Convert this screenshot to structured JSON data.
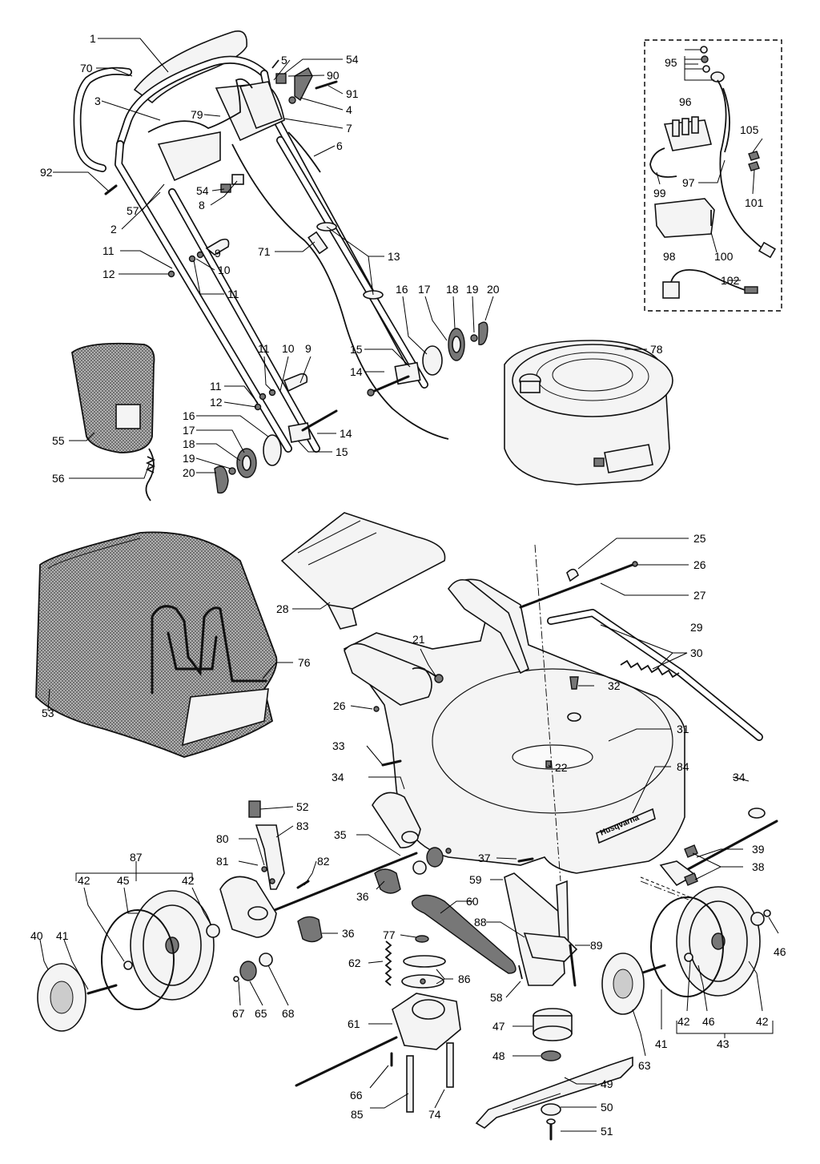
{
  "diagram": {
    "brand_text": "Husqvarna",
    "callouts": [
      {
        "label": "1",
        "name": "callout-1"
      },
      {
        "label": "70",
        "name": "callout-70"
      },
      {
        "label": "3",
        "name": "callout-3"
      },
      {
        "label": "79",
        "name": "callout-79"
      },
      {
        "label": "5",
        "name": "callout-5"
      },
      {
        "label": "54",
        "name": "callout-54-top"
      },
      {
        "label": "90",
        "name": "callout-90"
      },
      {
        "label": "91",
        "name": "callout-91"
      },
      {
        "label": "4",
        "name": "callout-4"
      },
      {
        "label": "7",
        "name": "callout-7"
      },
      {
        "label": "6",
        "name": "callout-6"
      },
      {
        "label": "92",
        "name": "callout-92"
      },
      {
        "label": "54",
        "name": "callout-54-mid"
      },
      {
        "label": "57",
        "name": "callout-57"
      },
      {
        "label": "8",
        "name": "callout-8"
      },
      {
        "label": "2",
        "name": "callout-2"
      },
      {
        "label": "71",
        "name": "callout-71"
      },
      {
        "label": "13",
        "name": "callout-13"
      },
      {
        "label": "9",
        "name": "callout-9-upper"
      },
      {
        "label": "11",
        "name": "callout-11-a"
      },
      {
        "label": "10",
        "name": "callout-10-upper"
      },
      {
        "label": "12",
        "name": "callout-12-upper"
      },
      {
        "label": "11",
        "name": "callout-11-b"
      },
      {
        "label": "16",
        "name": "callout-16-right"
      },
      {
        "label": "17",
        "name": "callout-17-right"
      },
      {
        "label": "18",
        "name": "callout-18-right"
      },
      {
        "label": "19",
        "name": "callout-19-right"
      },
      {
        "label": "20",
        "name": "callout-20-right"
      },
      {
        "label": "15",
        "name": "callout-15-right"
      },
      {
        "label": "14",
        "name": "callout-14-right"
      },
      {
        "label": "78",
        "name": "callout-78"
      },
      {
        "label": "11",
        "name": "callout-11-c"
      },
      {
        "label": "10",
        "name": "callout-10-lower"
      },
      {
        "label": "9",
        "name": "callout-9-lower"
      },
      {
        "label": "11",
        "name": "callout-11-d"
      },
      {
        "label": "12",
        "name": "callout-12-lower"
      },
      {
        "label": "14",
        "name": "callout-14-left"
      },
      {
        "label": "16",
        "name": "callout-16-left"
      },
      {
        "label": "17",
        "name": "callout-17-left"
      },
      {
        "label": "18",
        "name": "callout-18-left"
      },
      {
        "label": "19",
        "name": "callout-19-left"
      },
      {
        "label": "20",
        "name": "callout-20-left"
      },
      {
        "label": "15",
        "name": "callout-15-left"
      },
      {
        "label": "55",
        "name": "callout-55"
      },
      {
        "label": "56",
        "name": "callout-56"
      },
      {
        "label": "95",
        "name": "callout-95"
      },
      {
        "label": "96",
        "name": "callout-96"
      },
      {
        "label": "105",
        "name": "callout-105"
      },
      {
        "label": "97",
        "name": "callout-97"
      },
      {
        "label": "99",
        "name": "callout-99"
      },
      {
        "label": "101",
        "name": "callout-101"
      },
      {
        "label": "98",
        "name": "callout-98"
      },
      {
        "label": "100",
        "name": "callout-100"
      },
      {
        "label": "102",
        "name": "callout-102"
      },
      {
        "label": "25",
        "name": "callout-25"
      },
      {
        "label": "26",
        "name": "callout-26-right"
      },
      {
        "label": "27",
        "name": "callout-27"
      },
      {
        "label": "28",
        "name": "callout-28"
      },
      {
        "label": "29",
        "name": "callout-29"
      },
      {
        "label": "30",
        "name": "callout-30"
      },
      {
        "label": "21",
        "name": "callout-21"
      },
      {
        "label": "76",
        "name": "callout-76"
      },
      {
        "label": "32",
        "name": "callout-32"
      },
      {
        "label": "26",
        "name": "callout-26-left"
      },
      {
        "label": "31",
        "name": "callout-31"
      },
      {
        "label": "53",
        "name": "callout-53"
      },
      {
        "label": "33",
        "name": "callout-33"
      },
      {
        "label": "22",
        "name": "callout-22"
      },
      {
        "label": "84",
        "name": "callout-84"
      },
      {
        "label": "34",
        "name": "callout-34-left"
      },
      {
        "label": "34",
        "name": "callout-34-right"
      },
      {
        "label": "52",
        "name": "callout-52"
      },
      {
        "label": "83",
        "name": "callout-83"
      },
      {
        "label": "80",
        "name": "callout-80"
      },
      {
        "label": "35",
        "name": "callout-35"
      },
      {
        "label": "81",
        "name": "callout-81"
      },
      {
        "label": "82",
        "name": "callout-82"
      },
      {
        "label": "37",
        "name": "callout-37"
      },
      {
        "label": "39",
        "name": "callout-39"
      },
      {
        "label": "87",
        "name": "callout-87"
      },
      {
        "label": "38",
        "name": "callout-38"
      },
      {
        "label": "42",
        "name": "callout-42-a"
      },
      {
        "label": "45",
        "name": "callout-45"
      },
      {
        "label": "42",
        "name": "callout-42-b"
      },
      {
        "label": "36",
        "name": "callout-36-upper"
      },
      {
        "label": "59",
        "name": "callout-59"
      },
      {
        "label": "60",
        "name": "callout-60"
      },
      {
        "label": "36",
        "name": "callout-36-lower"
      },
      {
        "label": "88",
        "name": "callout-88"
      },
      {
        "label": "77",
        "name": "callout-77"
      },
      {
        "label": "89",
        "name": "callout-89"
      },
      {
        "label": "46",
        "name": "callout-46-right"
      },
      {
        "label": "40",
        "name": "callout-40"
      },
      {
        "label": "41",
        "name": "callout-41-left"
      },
      {
        "label": "62",
        "name": "callout-62"
      },
      {
        "label": "86",
        "name": "callout-86"
      },
      {
        "label": "58",
        "name": "callout-58"
      },
      {
        "label": "67",
        "name": "callout-67"
      },
      {
        "label": "65",
        "name": "callout-65"
      },
      {
        "label": "68",
        "name": "callout-68"
      },
      {
        "label": "61",
        "name": "callout-61"
      },
      {
        "label": "47",
        "name": "callout-47"
      },
      {
        "label": "42",
        "name": "callout-42-c"
      },
      {
        "label": "46",
        "name": "callout-46-mid"
      },
      {
        "label": "42",
        "name": "callout-42-d"
      },
      {
        "label": "41",
        "name": "callout-41-right"
      },
      {
        "label": "43",
        "name": "callout-43"
      },
      {
        "label": "48",
        "name": "callout-48"
      },
      {
        "label": "63",
        "name": "callout-63"
      },
      {
        "label": "66",
        "name": "callout-66"
      },
      {
        "label": "49",
        "name": "callout-49"
      },
      {
        "label": "85",
        "name": "callout-85"
      },
      {
        "label": "74",
        "name": "callout-74"
      },
      {
        "label": "50",
        "name": "callout-50"
      },
      {
        "label": "51",
        "name": "callout-51"
      }
    ]
  }
}
